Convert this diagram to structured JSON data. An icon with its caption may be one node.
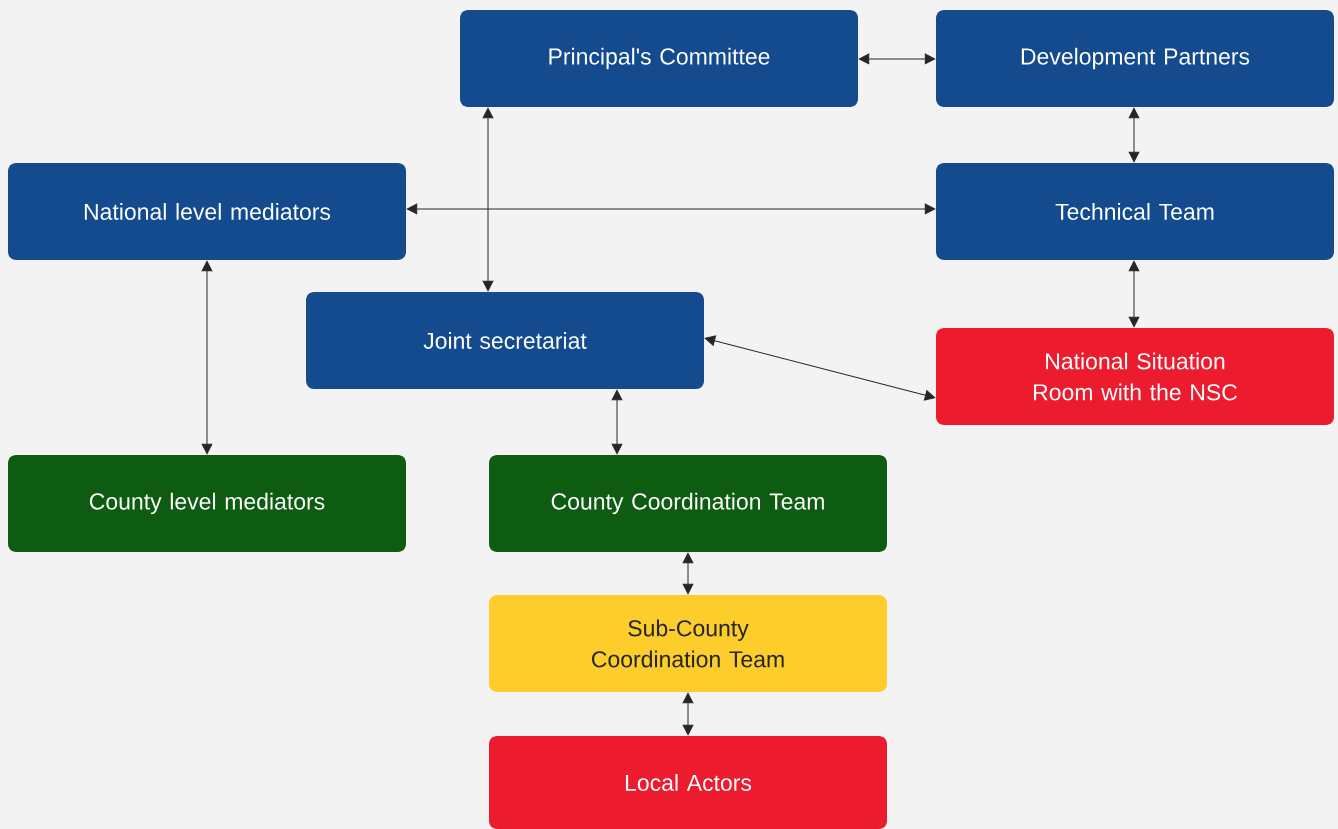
{
  "diagram": {
    "nodes": [
      {
        "text": [
          "Principal's Committee"
        ]
      },
      {
        "text": [
          "Development Partners"
        ]
      },
      {
        "text": [
          "National level mediators"
        ]
      },
      {
        "text": [
          "Technical Team"
        ]
      },
      {
        "text": [
          "Joint secretariat"
        ]
      },
      {
        "text": [
          "National Situation Room with the NSC"
        ]
      },
      {
        "text": [
          "County level mediators"
        ]
      },
      {
        "text": [
          "County Coordination Team"
        ]
      },
      {
        "text": [
          "Sub-County Coordination Team"
        ]
      },
      {
        "text": [
          "Local Actors"
        ]
      }
    ],
    "edges": [
      {
        "from": 0,
        "to": 1,
        "arrow": "both"
      },
      {
        "from": 1,
        "to": 3,
        "arrow": "both"
      },
      {
        "from": 2,
        "to": 3,
        "arrow": "both"
      },
      {
        "from": 0,
        "to": 4,
        "arrow": "both"
      },
      {
        "from": 2,
        "to": 6,
        "arrow": "both"
      },
      {
        "from": 3,
        "to": 5,
        "arrow": "both"
      },
      {
        "from": 4,
        "to": 5,
        "arrow": "both"
      },
      {
        "from": 4,
        "to": 7,
        "arrow": "both"
      },
      {
        "from": 7,
        "to": 8,
        "arrow": "both"
      },
      {
        "from": 8,
        "to": 9,
        "arrow": "both"
      }
    ]
  }
}
